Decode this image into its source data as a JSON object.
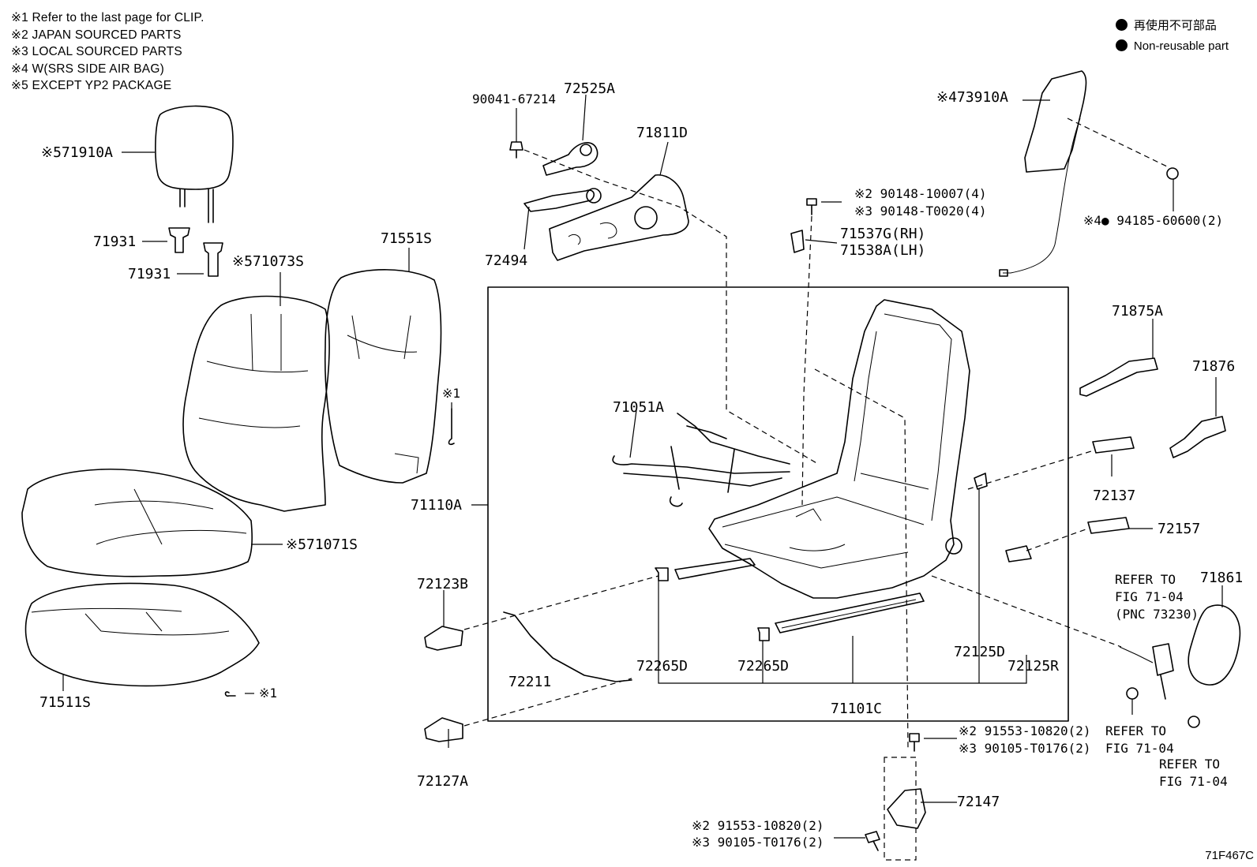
{
  "notes": [
    "※1 Refer to the last page for CLIP.",
    "※2 JAPAN SOURCED PARTS",
    "※3 LOCAL SOURCED PARTS",
    "※4 W(SRS SIDE AIR BAG)",
    "※5 EXCEPT YP2 PACKAGE"
  ],
  "legend": [
    "再使用不可部品",
    "Non-reusable part"
  ],
  "figure_id": "71F467C",
  "labels": {
    "l71910A": "※571910A",
    "l71931a": "71931",
    "l71931b": "71931",
    "l71073S": "※571073S",
    "l71551S": "71551S",
    "l71071S": "※571071S",
    "l71511S": "71511S",
    "lclip1": "※1",
    "lclip2": "※1",
    "l90041": "90041-67214",
    "l72525A": "72525A",
    "l71811D": "71811D",
    "l72494": "72494",
    "l71051A": "71051A",
    "l71110A": "71110A",
    "l72123B": "72123B",
    "l72211": "72211",
    "l72265Da": "72265D",
    "l72265Db": "72265D",
    "l71101C": "71101C",
    "l72125D": "72125D",
    "l72125R": "72125R",
    "l72127A": "72127A",
    "l90148a": "※2 90148-10007(4)",
    "l90148b": "※3 90148-T0020(4)",
    "l71537G": "71537G(RH)",
    "l71538A": "71538A(LH)",
    "l73910A": "※473910A",
    "l94185": "※4● 94185-60600(2)",
    "l71875A": "71875A",
    "l71876": "71876",
    "l72137": "72137",
    "l72157": "72157",
    "lref1a": "REFER TO",
    "lref1b": "FIG 71-04",
    "lref1c": "(PNC 73230)",
    "l71861": "71861",
    "lref2a": "REFER TO",
    "lref2b": "FIG 71-04",
    "lref3a": "REFER TO",
    "lref3b": "FIG 71-04",
    "l91553a": "※2 91553-10820(2)",
    "l90105a": "※3 90105-T0176(2)",
    "l72147": "72147",
    "l91553b": "※2 91553-10820(2)",
    "l90105b": "※3 90105-T0176(2)"
  }
}
